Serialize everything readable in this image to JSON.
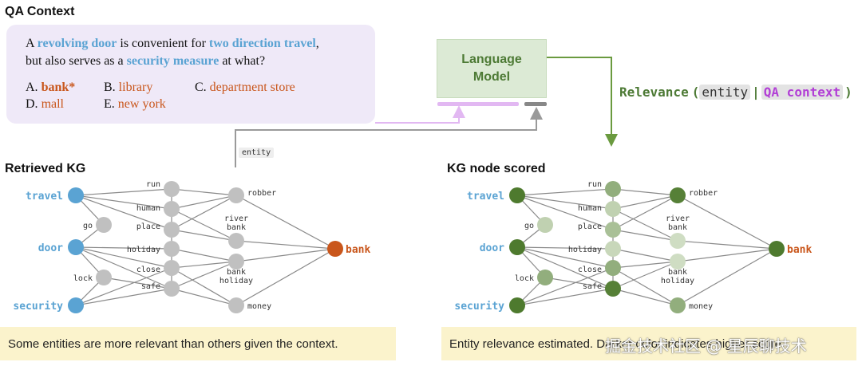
{
  "qa": {
    "title": "QA Context",
    "q_line1": [
      {
        "t": "A ",
        "hl": false
      },
      {
        "t": "revolving door",
        "hl": true
      },
      {
        "t": " is convenient for ",
        "hl": false
      },
      {
        "t": "two direction travel",
        "hl": true
      },
      {
        "t": ",",
        "hl": false
      }
    ],
    "q_line2": [
      {
        "t": "but also serves as a ",
        "hl": false
      },
      {
        "t": "security measure",
        "hl": true
      },
      {
        "t": " at what?",
        "hl": false
      }
    ],
    "answers": [
      {
        "label": "A.",
        "value": "bank*"
      },
      {
        "label": "B.",
        "value": "library"
      },
      {
        "label": "C.",
        "value": "department store"
      },
      {
        "label": "D.",
        "value": "mall"
      },
      {
        "label": "E.",
        "value": "new york"
      }
    ]
  },
  "lm": {
    "label": "Language Model"
  },
  "relevance": {
    "prefix": "Relevance",
    "open": "(",
    "entity": "entity",
    "sep": "|",
    "context": "QA context",
    "close": ")"
  },
  "entity_tag": "entity",
  "left": {
    "title": "Retrieved KG",
    "caption": "Some entities are more relevant than others given the context."
  },
  "right": {
    "title": "KG node scored",
    "caption": "Entity relevance estimated. Darker color indicates higher score."
  },
  "watermark": "掘金技术社区 @ 星辰聊技术",
  "graph": {
    "nodes": [
      {
        "id": "travel",
        "label": "travel",
        "kind": "entity",
        "score": 0.95
      },
      {
        "id": "door",
        "label": "door",
        "kind": "entity",
        "score": 0.95
      },
      {
        "id": "security",
        "label": "security",
        "kind": "entity",
        "score": 0.95
      },
      {
        "id": "go",
        "label": "go",
        "kind": "mid",
        "score": 0.25
      },
      {
        "id": "lock",
        "label": "lock",
        "kind": "mid",
        "score": 0.55
      },
      {
        "id": "run",
        "label": "run",
        "kind": "mid",
        "score": 0.55
      },
      {
        "id": "human",
        "label": "human",
        "kind": "mid",
        "score": 0.25
      },
      {
        "id": "place",
        "label": "place",
        "kind": "mid",
        "score": 0.4
      },
      {
        "id": "holiday",
        "label": "holiday",
        "kind": "mid",
        "score": 0.2
      },
      {
        "id": "close",
        "label": "close",
        "kind": "mid",
        "score": 0.55
      },
      {
        "id": "safe",
        "label": "safe",
        "kind": "mid",
        "score": 0.95
      },
      {
        "id": "robber",
        "label": "robber",
        "kind": "mid",
        "score": 0.95
      },
      {
        "id": "riverbank",
        "label": "river\nbank",
        "kind": "mid",
        "score": 0.15
      },
      {
        "id": "bankholiday",
        "label": "bank\nholiday",
        "kind": "mid",
        "score": 0.15
      },
      {
        "id": "money",
        "label": "money",
        "kind": "mid",
        "score": 0.55
      },
      {
        "id": "bank",
        "label": "bank",
        "kind": "answer",
        "score": 0.95
      }
    ],
    "edges": [
      [
        "travel",
        "run"
      ],
      [
        "travel",
        "human"
      ],
      [
        "travel",
        "place"
      ],
      [
        "travel",
        "go"
      ],
      [
        "door",
        "go"
      ],
      [
        "door",
        "holiday"
      ],
      [
        "door",
        "close"
      ],
      [
        "door",
        "safe"
      ],
      [
        "door",
        "lock"
      ],
      [
        "security",
        "lock"
      ],
      [
        "security",
        "safe"
      ],
      [
        "security",
        "close"
      ],
      [
        "run",
        "robber"
      ],
      [
        "human",
        "robber"
      ],
      [
        "human",
        "riverbank"
      ],
      [
        "place",
        "robber"
      ],
      [
        "place",
        "riverbank"
      ],
      [
        "holiday",
        "bankholiday"
      ],
      [
        "close",
        "bankholiday"
      ],
      [
        "close",
        "money"
      ],
      [
        "safe",
        "bankholiday"
      ],
      [
        "safe",
        "money"
      ],
      [
        "lock",
        "safe"
      ],
      [
        "robber",
        "bank"
      ],
      [
        "riverbank",
        "bank"
      ],
      [
        "bankholiday",
        "bank"
      ],
      [
        "money",
        "bank"
      ],
      [
        "run",
        "human"
      ],
      [
        "human",
        "place"
      ],
      [
        "place",
        "holiday"
      ],
      [
        "holiday",
        "close"
      ],
      [
        "close",
        "safe"
      ]
    ]
  },
  "colors": {
    "entity": "#5aa3d3",
    "answer": "#c9561b",
    "grey_node": "#c0c0c0",
    "edge": "#8a8a8a",
    "green_dark": "#4e7a2e",
    "green_light": "#e6eedd",
    "lm_purple": "#e2b8f2",
    "lm_grey": "#888888",
    "arrow_green": "#6a9a3f"
  }
}
